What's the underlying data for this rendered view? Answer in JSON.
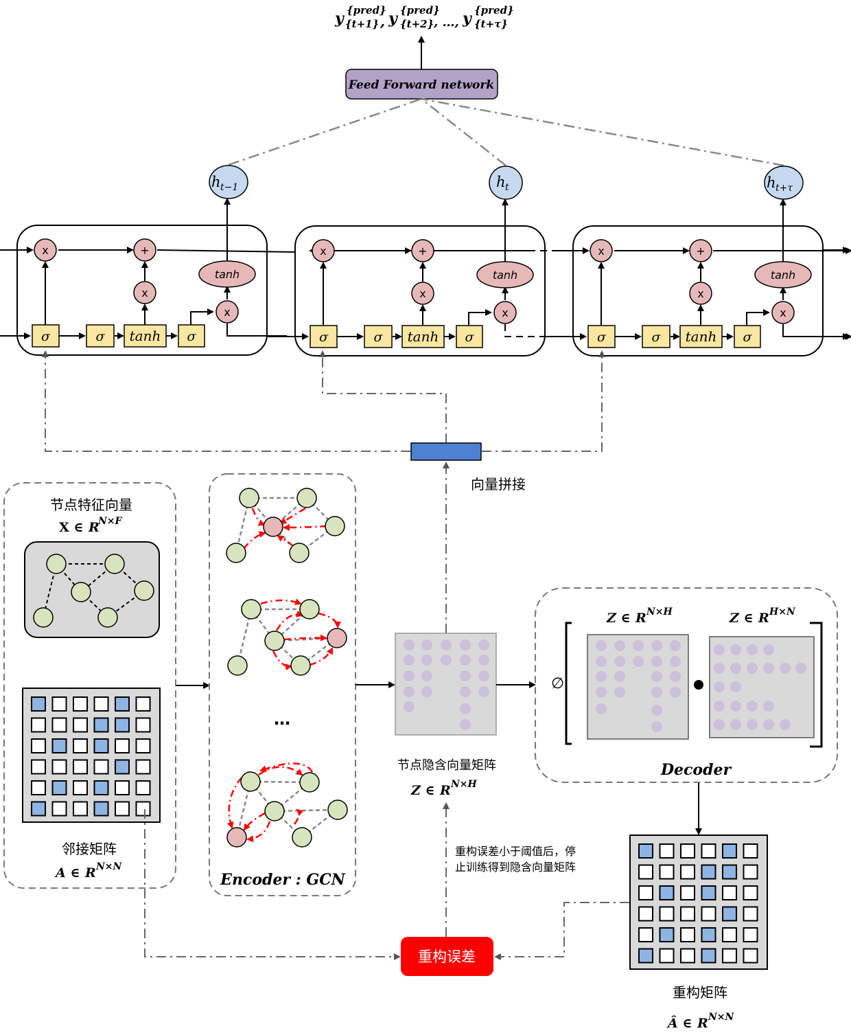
{
  "output": {
    "y_symbol": "y",
    "pred_sup": "{pred}",
    "subs": [
      "{t+1}",
      "{t+2}",
      "{t+τ}"
    ],
    "sep": ",",
    "ellipsis": ", …,"
  },
  "ffn_label": "Feed Forward network",
  "hidden_states": [
    {
      "base": "h",
      "sub": "t−1"
    },
    {
      "base": "h",
      "sub": "t"
    },
    {
      "base": "h",
      "sub": "t+τ"
    }
  ],
  "lstm_ops": {
    "mult": "x",
    "add": "+",
    "sigma": "σ",
    "tanh": "tanh"
  },
  "concat_label": "向量拼接",
  "node_features": {
    "title": "节点特征向量",
    "formula_left": "X ∈ ",
    "formula_R": "R",
    "formula_sup": "N×F"
  },
  "adjacency": {
    "title": "邻接矩阵",
    "formula_left": "A ∈ ",
    "formula_R": "R",
    "formula_sup": "N×N",
    "grid": [
      [
        1,
        0,
        0,
        0,
        1,
        0
      ],
      [
        0,
        0,
        0,
        1,
        1,
        0
      ],
      [
        0,
        1,
        0,
        1,
        0,
        0
      ],
      [
        0,
        0,
        0,
        0,
        1,
        0
      ],
      [
        0,
        1,
        0,
        1,
        0,
        0
      ],
      [
        1,
        0,
        0,
        1,
        0,
        0
      ]
    ]
  },
  "encoder": {
    "ellipsis": "…",
    "label": "Encoder : GCN"
  },
  "latent": {
    "title": "节点隐含向量矩阵",
    "formula_left": "Z ∈ ",
    "formula_R": "R",
    "formula_sup": "N×H"
  },
  "decoder": {
    "label": "Decoder",
    "phi": "∅",
    "z1_left": "Z ∈ ",
    "z1_R": "R",
    "z1_sup": "N×H",
    "z2_left": "Z ∈ ",
    "z2_R": "R",
    "z2_sup": "H×N"
  },
  "stop_note": {
    "line1": "重构误差小于阈值后，停",
    "line2": "止训练得到隐含向量矩阵"
  },
  "recon_error": "重构误差",
  "recon_matrix": {
    "title": "重构矩阵",
    "formula_left": "Â ∈ ",
    "formula_R": "R",
    "formula_sup": "N×N",
    "grid": [
      [
        1,
        0,
        0,
        0,
        1,
        0
      ],
      [
        0,
        0,
        0,
        1,
        1,
        0
      ],
      [
        0,
        1,
        0,
        1,
        0,
        0
      ],
      [
        0,
        0,
        0,
        0,
        1,
        0
      ],
      [
        0,
        1,
        0,
        1,
        0,
        0
      ],
      [
        1,
        0,
        0,
        1,
        0,
        0
      ]
    ]
  },
  "colors": {
    "ffn_fill": "#b3a2c7",
    "hidden_fill": "#c6d9f1",
    "op_fill": "#e6b9b8",
    "gate_fill": "#fbe7a1",
    "node_green": "#d7e4bd",
    "node_red": "#e6b9b8",
    "matrix_blue": "#8eb4e3",
    "latent_dot": "#ccc0da",
    "concat_fill": "#4f81d1",
    "recon_fill": "#ff0000",
    "panel_gray": "#d9d9d9"
  }
}
